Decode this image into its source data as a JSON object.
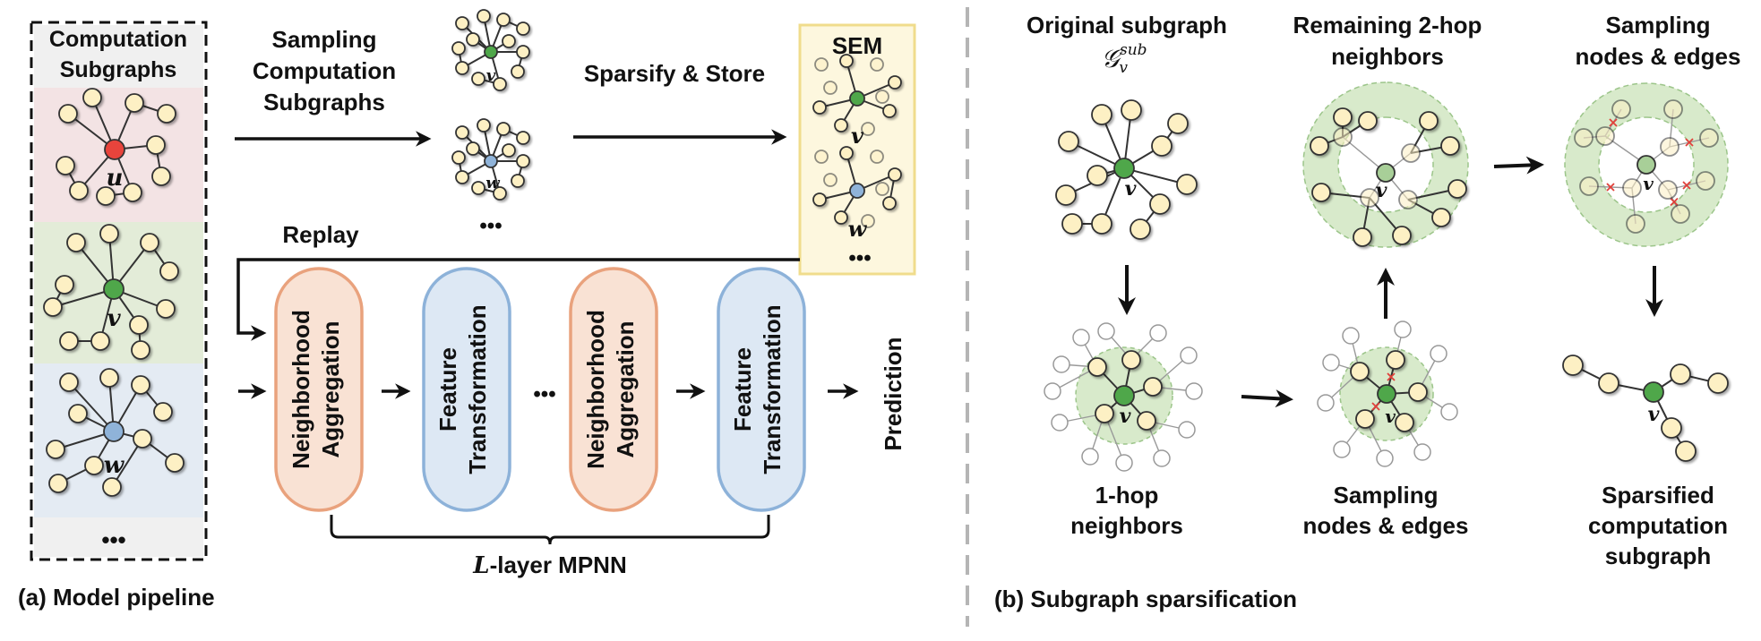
{
  "panel_a": {
    "caption": "(a) Model pipeline",
    "computation_subgraphs": [
      "Computation",
      "Subgraphs"
    ],
    "sampling_label": [
      "Sampling",
      "Computation",
      "Subgraphs"
    ],
    "sparsify_label": "Sparsify & Store",
    "sem_label": "SEM",
    "replay_label": "Replay",
    "ellipsis": "•••",
    "node_u": "u",
    "node_v": "v",
    "node_w": "w",
    "blocks": [
      {
        "lines": [
          "Neighborhood",
          "Aggregation"
        ],
        "kind": "aggregation"
      },
      {
        "lines": [
          "Feature",
          "Transformation"
        ],
        "kind": "transformation"
      },
      {
        "lines": [
          "Neighborhood",
          "Aggregation"
        ],
        "kind": "aggregation"
      },
      {
        "lines": [
          "Feature",
          "Transformation"
        ],
        "kind": "transformation"
      }
    ],
    "mpnn_prefix": "L",
    "mpnn_label": "-layer MPNN",
    "prediction": "Prediction"
  },
  "panel_b": {
    "caption": "(b) Subgraph sparsification",
    "original_title": "Original subgraph",
    "original_math_base": "𝒢",
    "original_math_sub": "v",
    "original_math_sup": "sub",
    "remaining_title": [
      "Remaining 2-hop",
      "neighbors"
    ],
    "sampling_title": [
      "Sampling",
      "nodes & edges"
    ],
    "onehop_title": [
      "1-hop",
      "neighbors"
    ],
    "sampling_bottom": [
      "Sampling",
      "nodes & edges"
    ],
    "sparsified_title": [
      "Sparsified",
      "computation",
      "subgraph"
    ],
    "node_v": "v"
  },
  "colors": {
    "node_fill": "#fdf0c4",
    "node_stroke": "#333333",
    "center_u": "#e8443c",
    "center_v": "#4fa74a",
    "center_w": "#8fb3d9",
    "panel_pink": "#f3e3e4",
    "panel_green": "#e3ecd8",
    "panel_blue": "#e4ebf3",
    "panel_grey": "#f0f0f0",
    "sem_fill": "#fdf7de",
    "sem_border": "#f0dc8c",
    "agg_fill": "#f9e2d4",
    "agg_border": "#e9a27d",
    "trans_fill": "#dde8f4",
    "trans_border": "#8db2d9",
    "halo": "#d8eacb",
    "divider": "#b5b5b5"
  }
}
